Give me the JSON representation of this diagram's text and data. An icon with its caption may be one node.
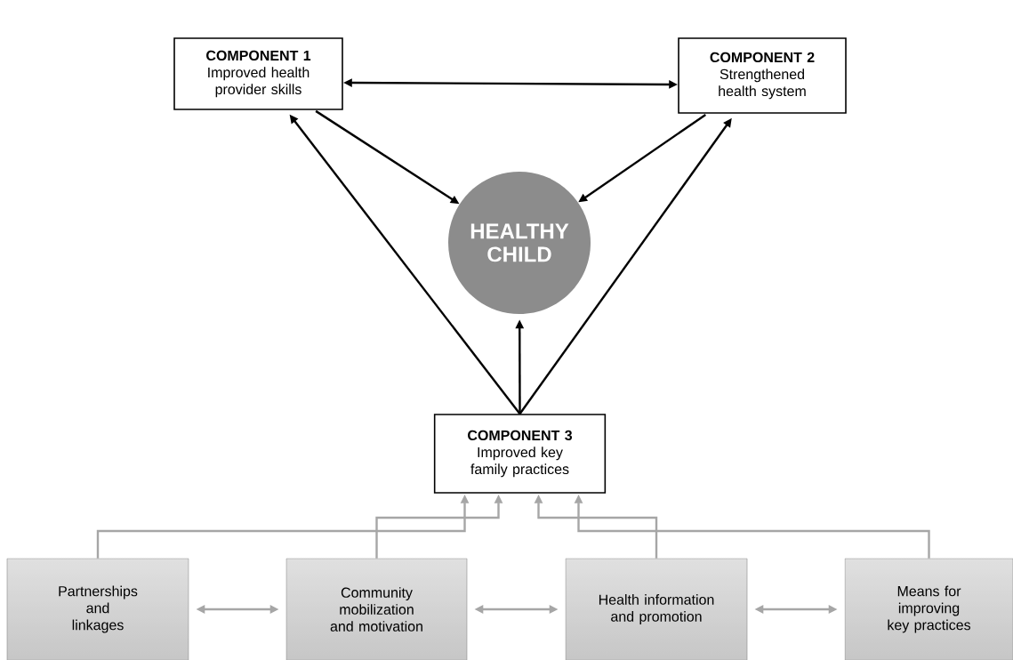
{
  "diagram": {
    "nodes": [
      {
        "text": [
          "COMPONENT 1",
          "Improved health provider skills"
        ]
      },
      {
        "text": [
          "COMPONENT 2",
          "Strengthened health system"
        ]
      },
      {
        "text": [
          "HEALTHY CHILD"
        ]
      },
      {
        "text": [
          "COMPONENT 3",
          "Improved key family practices"
        ]
      },
      {
        "text": [
          "Partnerships and linkages"
        ]
      },
      {
        "text": [
          "Community mobilization and motivation"
        ]
      },
      {
        "text": [
          "Health information and promotion"
        ]
      },
      {
        "text": [
          "Means for improving key practices"
        ]
      }
    ],
    "edges": [
      {
        "from": 0,
        "to": 1,
        "arrow": "both",
        "color": "#000000"
      },
      {
        "from": 0,
        "to": 2,
        "arrow": "to",
        "color": "#000000"
      },
      {
        "from": 1,
        "to": 2,
        "arrow": "to",
        "color": "#000000"
      },
      {
        "from": 3,
        "to": 0,
        "arrow": "to",
        "color": "#000000"
      },
      {
        "from": 3,
        "to": 2,
        "arrow": "to",
        "color": "#000000"
      },
      {
        "from": 3,
        "to": 1,
        "arrow": "to",
        "color": "#000000"
      },
      {
        "from": 4,
        "to": 3,
        "arrow": "to"
      },
      {
        "from": 5,
        "to": 3,
        "arrow": "to"
      },
      {
        "from": 6,
        "to": 3,
        "arrow": "to"
      },
      {
        "from": 7,
        "to": 3,
        "arrow": "to"
      },
      {
        "from": 4,
        "to": 5,
        "arrow": "both"
      },
      {
        "from": 5,
        "to": 6,
        "arrow": "both"
      },
      {
        "from": 6,
        "to": 7,
        "arrow": "both"
      }
    ]
  }
}
